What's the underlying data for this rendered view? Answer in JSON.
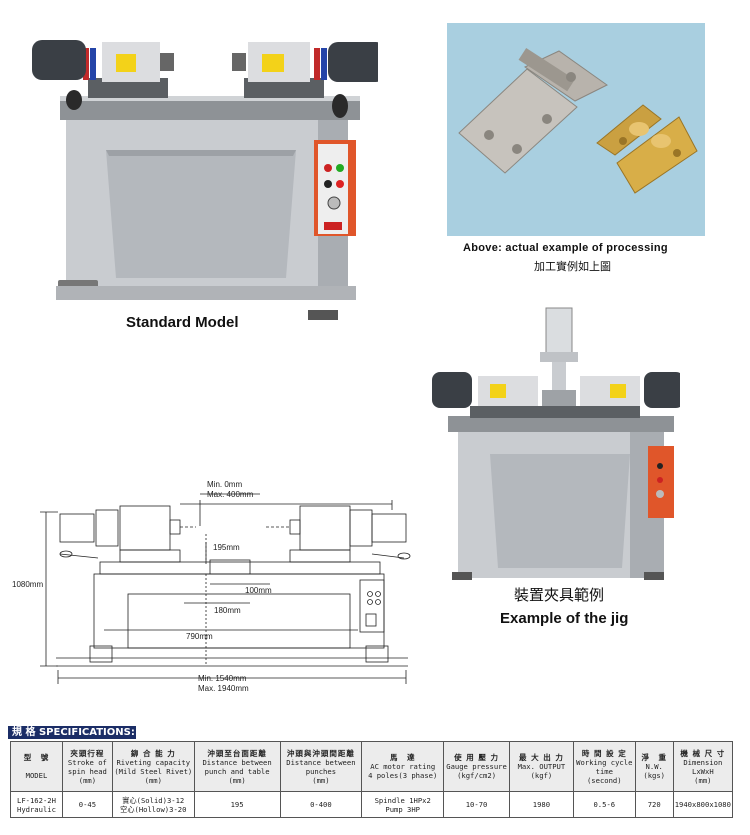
{
  "captions": {
    "processing_en": "Above: actual example of processing",
    "processing_zh": "加工實例如上圖",
    "standard_model": "Standard Model",
    "jig_zh": "裝置夾具範例",
    "jig_en": "Example of the jig"
  },
  "dimensions": {
    "min_stroke": "Min. 0mm",
    "max_stroke": "Max. 400mm",
    "height_total": "1080mm",
    "punch_to_table": "195mm",
    "d100": "100mm",
    "d180": "180mm",
    "d790": "790mm",
    "min_length": "Min. 1540mm",
    "max_length": "Max. 1940mm"
  },
  "specs": {
    "banner": "規 格 SPECIFICATIONS:",
    "headers": [
      {
        "zh": "型　號",
        "en": [
          "",
          "MODEL"
        ]
      },
      {
        "zh": "夾頭行程",
        "en": [
          "Stroke of",
          "spin head",
          "(mm)"
        ]
      },
      {
        "zh": "鉚 合 能 力",
        "en": [
          "Riveting capacity",
          "(Mild Steel Rivet)",
          "(mm)"
        ]
      },
      {
        "zh": "沖頭至台面距離",
        "en": [
          "Distance between",
          "punch and table",
          "(mm)"
        ]
      },
      {
        "zh": "沖頭與沖頭間距離",
        "en": [
          "Distance between",
          "punches",
          "(mm)"
        ]
      },
      {
        "zh": "馬　達",
        "en": [
          "AC motor rating",
          "4 poles(3 phase)"
        ]
      },
      {
        "zh": "使 用 壓 力",
        "en": [
          "Gauge pressure",
          "(kgf/cm2)"
        ]
      },
      {
        "zh": "最 大 出 力",
        "en": [
          "Max. OUTPUT",
          "(kgf)"
        ]
      },
      {
        "zh": "時 間 設 定",
        "en": [
          "Working cycle",
          "time",
          "(second)"
        ]
      },
      {
        "zh": "淨　重",
        "en": [
          "N.W.",
          "(kgs)"
        ]
      },
      {
        "zh": "機 械 尺 寸",
        "en": [
          "Dimension",
          "LxWxH",
          "(mm)"
        ]
      }
    ],
    "row": [
      [
        "LF-162-2H",
        "Hydraulic"
      ],
      [
        "0-45"
      ],
      [
        "實心(Solid)3-12",
        "空心(Hollow)3-20"
      ],
      [
        "195"
      ],
      [
        "0-400"
      ],
      [
        "Spindle 1HPx2",
        "Pump  3HP"
      ],
      [
        "10-70"
      ],
      [
        "1980"
      ],
      [
        "0.5-6"
      ],
      [
        "720"
      ],
      [
        "1940x800x1080"
      ]
    ]
  }
}
